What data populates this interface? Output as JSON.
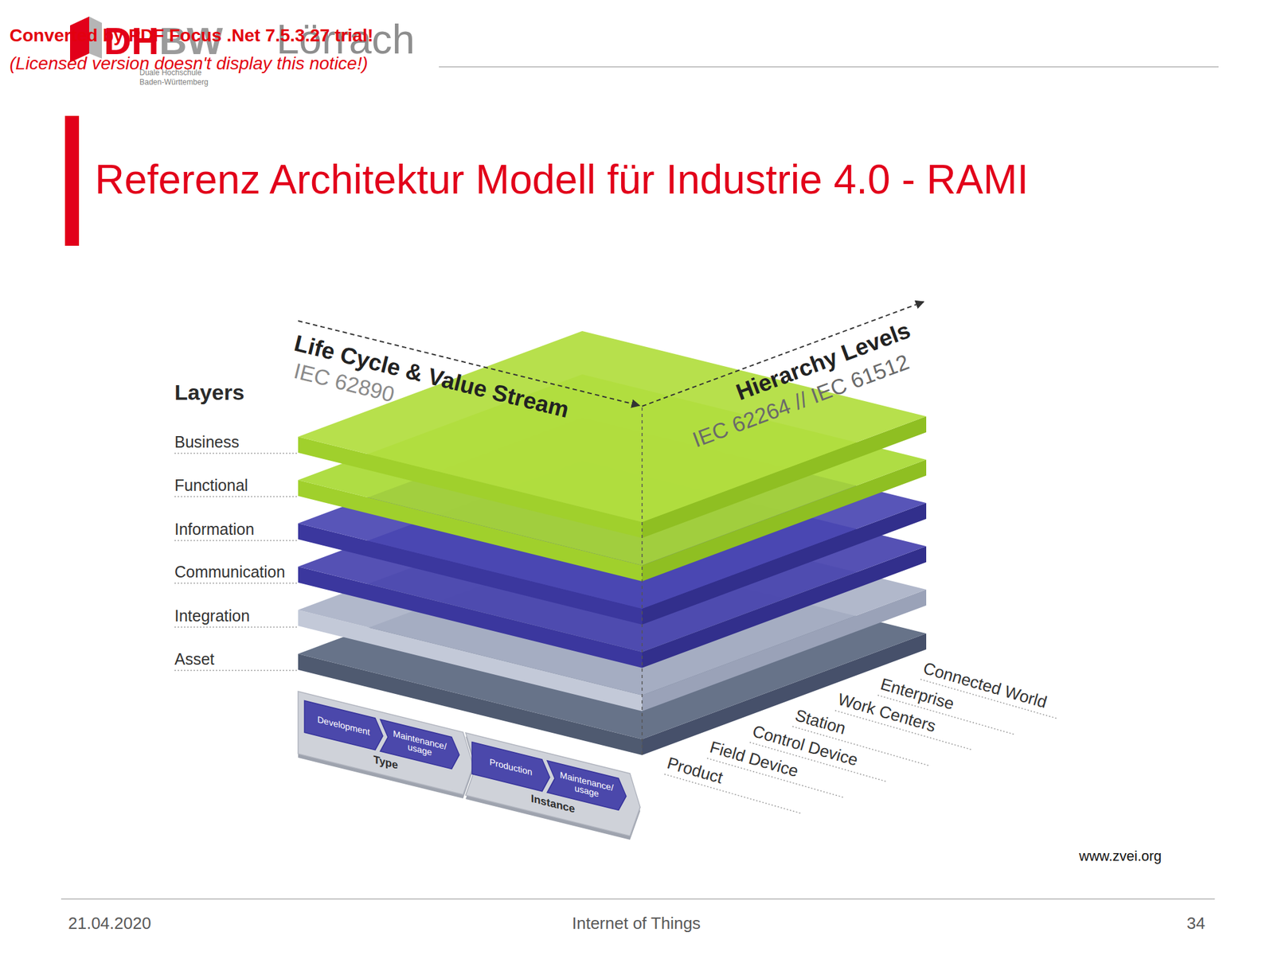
{
  "diagram": {
    "title": "Referenz Architektur Modell für Industrie 4.0 - RAMI",
    "nodes": [
      {
        "text": [
          "Type"
        ]
      },
      {
        "text": [
          "Development"
        ],
        "in": 0
      },
      {
        "text": [
          "Maintenance/ usage"
        ],
        "in": 0
      },
      {
        "text": [
          "Instance"
        ]
      },
      {
        "text": [
          "Production"
        ],
        "in": 3
      },
      {
        "text": [
          "Maintenance/ usage"
        ],
        "in": 3
      }
    ],
    "labels": [
      "Converted by PDF Focus .Net 7.5.3.27 trial!",
      "(Licensed version doesn't display this notice!)",
      "DH",
      "BW",
      "Lörrach",
      "Duale Hochschule",
      "Baden-Württemberg",
      "Life Cycle & Value Stream",
      "IEC 62890",
      "Hierarchy Levels",
      "IEC 62264 // IEC 61512",
      "Layers",
      "Business",
      "Functional",
      "Information",
      "Communication",
      "Integration",
      "Asset",
      "Connected World",
      "Enterprise",
      "Work Centers",
      "Station",
      "Control Device",
      "Field Device",
      "Product",
      "www.zvei.org",
      "21.04.2020",
      "Internet of Things",
      "34"
    ]
  }
}
